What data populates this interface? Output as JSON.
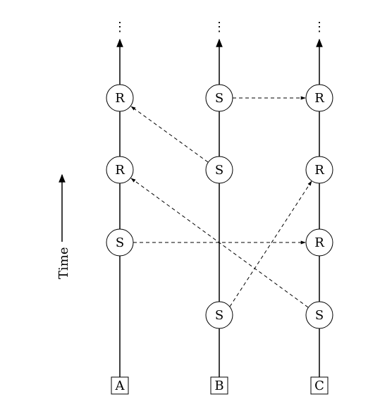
{
  "time_label": "Time",
  "continuation": "⋮",
  "processes": [
    {
      "label": "A",
      "events": [
        "S",
        "R",
        "R"
      ]
    },
    {
      "label": "B",
      "events": [
        "S",
        "S",
        "S"
      ]
    },
    {
      "label": "C",
      "events": [
        "S",
        "R",
        "R",
        "R"
      ]
    }
  ],
  "messages": [
    {
      "from": "A-S",
      "to": "C-R1"
    },
    {
      "from": "B-S1",
      "to": "C-R2"
    },
    {
      "from": "C-S",
      "to": "A-R1"
    },
    {
      "from": "B-S2",
      "to": "A-R2"
    },
    {
      "from": "B-S3",
      "to": "C-R3"
    }
  ],
  "colors": {
    "stroke": "#000000",
    "background": "#ffffff"
  }
}
